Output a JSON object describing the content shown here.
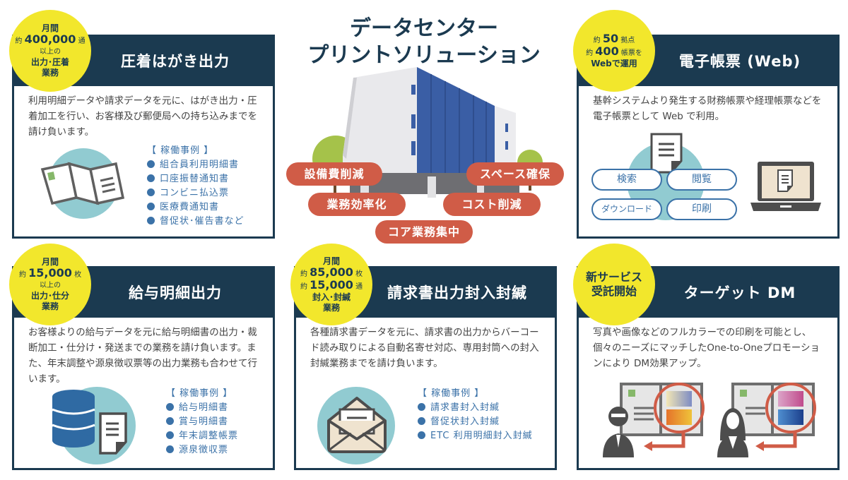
{
  "header": {
    "title_line1": "データセンター",
    "title_line2": "プリントソリューション"
  },
  "benefits": [
    "設備費削減",
    "スペース確保",
    "業務効率化",
    "コスト削減",
    "コア業務集中"
  ],
  "cards": [
    {
      "id": "postcard",
      "title": "圧着はがき出力",
      "badge": [
        "月間",
        "約",
        "400,000",
        "通",
        "以上の",
        "出力･圧着",
        "業務"
      ],
      "description": "利用明細データや請求データを元に、はがき出力・圧着加工を行い、お客様及び郵便局への持ち込みまでを請け負います。",
      "cases_label": "【 稼働事例 】",
      "cases": [
        "組合員利用明細書",
        "口座振替通知書",
        "コンビニ払込票",
        "医療費通知書",
        "督促状･催告書など"
      ],
      "icon": "folded-postcard-icon"
    },
    {
      "id": "web-forms",
      "title": "電子帳票 (Web)",
      "badge": [
        "約",
        "50",
        "拠点",
        "約",
        "400",
        "帳票を",
        "Webで運用"
      ],
      "description": "基幹システムより発生する財務帳票や経理帳票などを電子帳票として Web で利用。",
      "functions": [
        "検索",
        "閲覧",
        "ダウンロード",
        "印刷"
      ],
      "icon": "laptop-document-icon"
    },
    {
      "id": "payslip",
      "title": "給与明細出力",
      "badge": [
        "月間",
        "約",
        "15,000",
        "枚",
        "以上の",
        "出力･仕分",
        "業務"
      ],
      "description": "お客様よりの給与データを元に給与明細書の出力・裁断加工・仕分け・発送までの業務を請け負います。また、年末調整や源泉徴収票等の出力業務も合わせて行います。",
      "cases_label": "【 稼働事例 】",
      "cases": [
        "給与明細書",
        "賞与明細書",
        "年末調整帳票",
        "源泉徴収票"
      ],
      "icon": "database-document-icon"
    },
    {
      "id": "invoice",
      "title": "請求書出力封入封緘",
      "badge": [
        "月間",
        "約",
        "85,000",
        "枚",
        "約",
        "15,000",
        "通",
        "封入･封緘",
        "業務"
      ],
      "description": "各種請求書データを元に、請求書の出力からバーコード読み取りによる自動名寄せ対応、専用封筒への封入封緘業務までを請け負います。",
      "cases_label": "【 稼働事例 】",
      "cases": [
        "請求書封入封緘",
        "督促状封入封緘",
        "ETC 利用明細封入封緘"
      ],
      "icon": "envelope-icon"
    },
    {
      "id": "target-dm",
      "title": "ターゲット DM",
      "badge": [
        "新サービス",
        "受託開始"
      ],
      "description": "写真や画像などのフルカラーでの印刷を可能とし、個々のニーズにマッチしたOne-to-Oneプロモーションにより DM効果アップ。",
      "icon": "personalized-dm-icon"
    }
  ],
  "colors": {
    "navy": "#1b3a50",
    "yellow": "#f2e72c",
    "red": "#d05c47",
    "blue": "#3b72a8",
    "teal": "#91cbd1",
    "building_blue": "#3a5ea5",
    "tree_green": "#a5c24a"
  }
}
